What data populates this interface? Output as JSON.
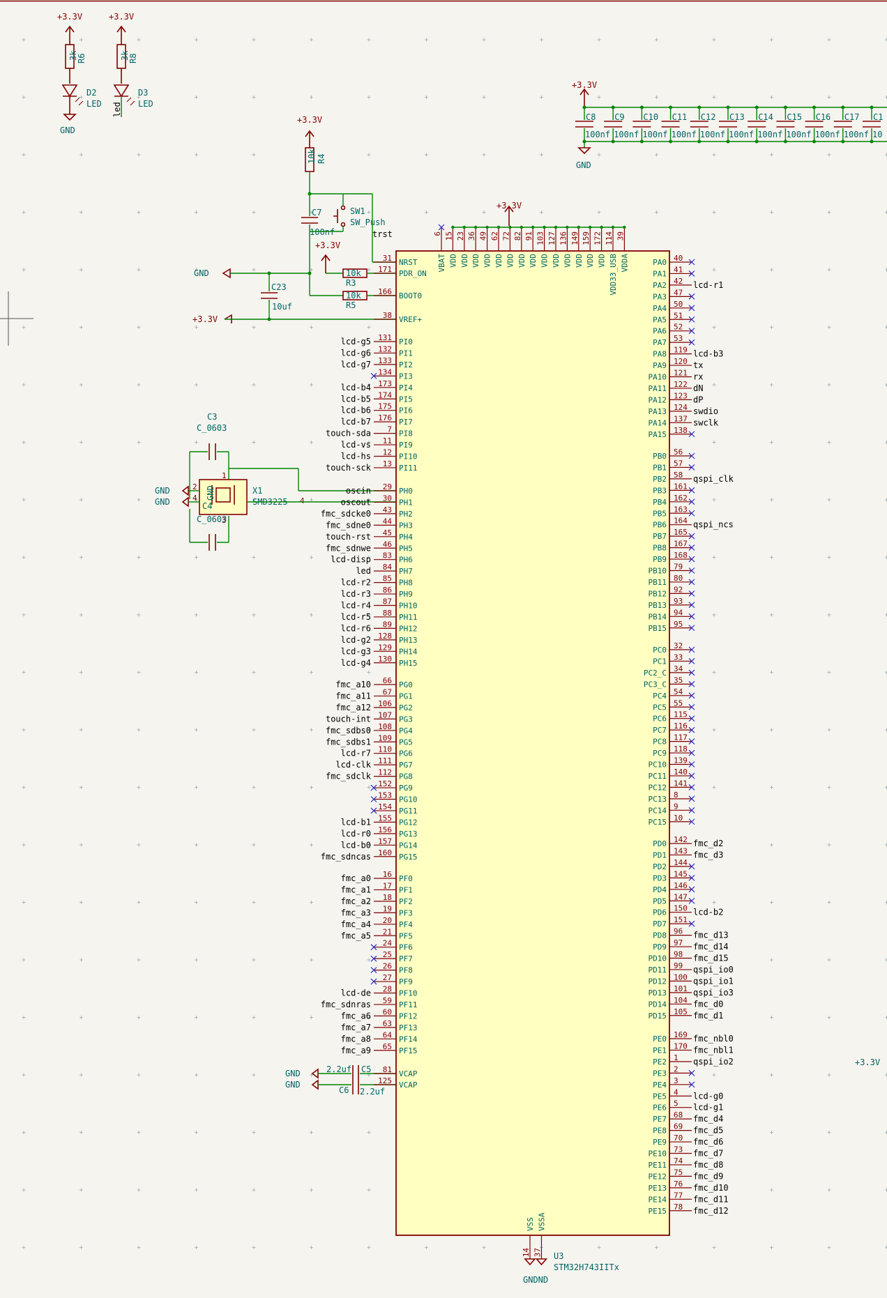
{
  "power": {
    "vcc": "+3.3V",
    "gnd": "GND",
    "gndgnd": "GNDND"
  },
  "leds": [
    {
      "r_ref": "R6",
      "r_val": "3k",
      "d_ref": "D2",
      "d_val": "LED",
      "net": ""
    },
    {
      "r_ref": "R8",
      "r_val": "3k",
      "d_ref": "D3",
      "d_val": "LED",
      "net": "led"
    }
  ],
  "reset": {
    "r4_ref": "R4",
    "r4_val": "10k",
    "c7_ref": "C7",
    "c7_val": "100nf",
    "sw_ref": "SW1",
    "sw_val": "SW_Push",
    "net": "trst",
    "r3_ref": "R3",
    "r3_val": "10k",
    "r5_ref": "R5",
    "r5_val": "10k",
    "c23_ref": "C23",
    "c23_val": "10uf"
  },
  "decoupling": [
    {
      "ref": "C8",
      "val": "100nf"
    },
    {
      "ref": "C9",
      "val": "100nf"
    },
    {
      "ref": "C10",
      "val": "100nf"
    },
    {
      "ref": "C11",
      "val": "100nf"
    },
    {
      "ref": "C12",
      "val": "100nf"
    },
    {
      "ref": "C13",
      "val": "100nf"
    },
    {
      "ref": "C14",
      "val": "100nf"
    },
    {
      "ref": "C15",
      "val": "100nf"
    },
    {
      "ref": "C16",
      "val": "100nf"
    },
    {
      "ref": "C17",
      "val": "100nf"
    },
    {
      "ref": "C1",
      "val": "10"
    }
  ],
  "crystal": {
    "c3_ref": "C3",
    "c3_val": "C_0603",
    "c4_ref": "C4",
    "c4_val": "C_0603",
    "x_ref": "X1",
    "x_val": "SMD3225",
    "gnd_label": "GND",
    "pin1": "1",
    "pin2": "2",
    "pin3": "3",
    "pin4": "4"
  },
  "vcap": {
    "c5_ref": "C5",
    "c5_val": "2.2uf",
    "c6_ref": "C6",
    "c6_val": "2.2uf"
  },
  "mcu": {
    "ref": "U3",
    "value": "STM32H743IITx",
    "top_pins": [
      {
        "name": "VBAT",
        "num": "6",
        "nc": true
      },
      {
        "name": "VDD",
        "num": "15"
      },
      {
        "name": "VDD",
        "num": "23"
      },
      {
        "name": "VDD",
        "num": "36"
      },
      {
        "name": "VDD",
        "num": "49"
      },
      {
        "name": "VDD",
        "num": "62"
      },
      {
        "name": "VDD",
        "num": "72"
      },
      {
        "name": "VDD",
        "num": "82"
      },
      {
        "name": "VDD",
        "num": "91"
      },
      {
        "name": "VDD",
        "num": "103"
      },
      {
        "name": "VDD",
        "num": "127"
      },
      {
        "name": "VDD",
        "num": "136"
      },
      {
        "name": "VDD",
        "num": "149"
      },
      {
        "name": "VDD",
        "num": "159"
      },
      {
        "name": "VDD",
        "num": "172"
      },
      {
        "name": "VDD33_USB",
        "num": "114"
      },
      {
        "name": "VDDA",
        "num": "39"
      }
    ],
    "bottom_pins": [
      {
        "name": "VSS",
        "num": "14"
      },
      {
        "name": "VSSA",
        "num": "37"
      }
    ],
    "left_pins": [
      [
        "NRST",
        "31",
        ""
      ],
      [
        "PDR_ON",
        "171",
        ""
      ],
      [
        "BOOT0",
        "166",
        ""
      ],
      [
        "VREF+",
        "38",
        ""
      ],
      [
        "PI0",
        "131",
        "lcd-g5"
      ],
      [
        "PI1",
        "132",
        "lcd-g6"
      ],
      [
        "PI2",
        "133",
        "lcd-g7"
      ],
      [
        "PI3",
        "134",
        "~nc"
      ],
      [
        "PI4",
        "173",
        "lcd-b4"
      ],
      [
        "PI5",
        "174",
        "lcd-b5"
      ],
      [
        "PI6",
        "175",
        "lcd-b6"
      ],
      [
        "PI7",
        "176",
        "lcd-b7"
      ],
      [
        "PI8",
        "7",
        "touch-sda"
      ],
      [
        "PI9",
        "11",
        "lcd-vs"
      ],
      [
        "PI10",
        "12",
        "lcd-hs"
      ],
      [
        "PI11",
        "13",
        "touch-sck"
      ],
      [
        "PH0",
        "29",
        "oscin"
      ],
      [
        "PH1",
        "30",
        "oscout"
      ],
      [
        "PH2",
        "43",
        "fmc_sdcke0"
      ],
      [
        "PH3",
        "44",
        "fmc_sdne0"
      ],
      [
        "PH4",
        "45",
        "touch-rst"
      ],
      [
        "PH5",
        "46",
        "fmc_sdnwe"
      ],
      [
        "PH6",
        "83",
        "lcd-disp"
      ],
      [
        "PH7",
        "84",
        "led"
      ],
      [
        "PH8",
        "85",
        "lcd-r2"
      ],
      [
        "PH9",
        "86",
        "lcd-r3"
      ],
      [
        "PH10",
        "87",
        "lcd-r4"
      ],
      [
        "PH11",
        "88",
        "lcd-r5"
      ],
      [
        "PH12",
        "89",
        "lcd-r6"
      ],
      [
        "PH13",
        "128",
        "lcd-g2"
      ],
      [
        "PH14",
        "129",
        "lcd-g3"
      ],
      [
        "PH15",
        "130",
        "lcd-g4"
      ],
      [
        "PG0",
        "66",
        "fmc_a10"
      ],
      [
        "PG1",
        "67",
        "fmc_a11"
      ],
      [
        "PG2",
        "106",
        "fmc_a12"
      ],
      [
        "PG3",
        "107",
        "touch-int"
      ],
      [
        "PG4",
        "108",
        "fmc_sdbs0"
      ],
      [
        "PG5",
        "109",
        "fmc_sdbs1"
      ],
      [
        "PG6",
        "110",
        "lcd-r7"
      ],
      [
        "PG7",
        "111",
        "lcd-clk"
      ],
      [
        "PG8",
        "112",
        "fmc_sdclk"
      ],
      [
        "PG9",
        "152",
        "~nc"
      ],
      [
        "PG10",
        "153",
        "~nc"
      ],
      [
        "PG11",
        "154",
        "~nc"
      ],
      [
        "PG12",
        "155",
        "lcd-b1"
      ],
      [
        "PG13",
        "156",
        "lcd-r0"
      ],
      [
        "PG14",
        "157",
        "lcd-b0"
      ],
      [
        "PG15",
        "160",
        "fmc_sdncas"
      ],
      [
        "PF0",
        "16",
        "fmc_a0"
      ],
      [
        "PF1",
        "17",
        "fmc_a1"
      ],
      [
        "PF2",
        "18",
        "fmc_a2"
      ],
      [
        "PF3",
        "19",
        "fmc_a3"
      ],
      [
        "PF4",
        "20",
        "fmc_a4"
      ],
      [
        "PF5",
        "21",
        "fmc_a5"
      ],
      [
        "PF6",
        "24",
        "~nc"
      ],
      [
        "PF7",
        "25",
        "~nc"
      ],
      [
        "PF8",
        "26",
        "~nc"
      ],
      [
        "PF9",
        "27",
        "~nc"
      ],
      [
        "PF10",
        "28",
        "lcd-de"
      ],
      [
        "PF11",
        "59",
        "fmc_sdnras"
      ],
      [
        "PF12",
        "60",
        "fmc_a6"
      ],
      [
        "PF13",
        "63",
        "fmc_a7"
      ],
      [
        "PF14",
        "64",
        "fmc_a8"
      ],
      [
        "PF15",
        "65",
        "fmc_a9"
      ],
      [
        "VCAP",
        "81",
        ""
      ],
      [
        "VCAP",
        "125",
        ""
      ]
    ],
    "right_pins": [
      [
        "PA0",
        "40",
        "~nc"
      ],
      [
        "PA1",
        "41",
        "~nc"
      ],
      [
        "PA2",
        "42",
        "lcd-r1"
      ],
      [
        "PA3",
        "47",
        "~nc"
      ],
      [
        "PA4",
        "50",
        "~nc"
      ],
      [
        "PA5",
        "51",
        "~nc"
      ],
      [
        "PA6",
        "52",
        "~nc"
      ],
      [
        "PA7",
        "53",
        "~nc"
      ],
      [
        "PA8",
        "119",
        "lcd-b3"
      ],
      [
        "PA9",
        "120",
        "tx"
      ],
      [
        "PA10",
        "121",
        "rx"
      ],
      [
        "PA11",
        "122",
        "dN"
      ],
      [
        "PA12",
        "123",
        "dP"
      ],
      [
        "PA13",
        "124",
        "swdio"
      ],
      [
        "PA14",
        "137",
        "swclk"
      ],
      [
        "PA15",
        "138",
        "~nc"
      ],
      [
        "PB0",
        "56",
        "~nc"
      ],
      [
        "PB1",
        "57",
        "~nc"
      ],
      [
        "PB2",
        "58",
        "qspi_clk"
      ],
      [
        "PB3",
        "161",
        "~nc"
      ],
      [
        "PB4",
        "162",
        "~nc"
      ],
      [
        "PB5",
        "163",
        "~nc"
      ],
      [
        "PB6",
        "164",
        "qspi_ncs"
      ],
      [
        "PB7",
        "165",
        "~nc"
      ],
      [
        "PB8",
        "167",
        "~nc"
      ],
      [
        "PB9",
        "168",
        "~nc"
      ],
      [
        "PB10",
        "79",
        "~nc"
      ],
      [
        "PB11",
        "80",
        "~nc"
      ],
      [
        "PB12",
        "92",
        "~nc"
      ],
      [
        "PB13",
        "93",
        "~nc"
      ],
      [
        "PB14",
        "94",
        "~nc"
      ],
      [
        "PB15",
        "95",
        "~nc"
      ],
      [
        "PC0",
        "32",
        "~nc"
      ],
      [
        "PC1",
        "33",
        "~nc"
      ],
      [
        "PC2_C",
        "34",
        "~nc"
      ],
      [
        "PC3_C",
        "35",
        "~nc"
      ],
      [
        "PC4",
        "54",
        "~nc"
      ],
      [
        "PC5",
        "55",
        "~nc"
      ],
      [
        "PC6",
        "115",
        "~nc"
      ],
      [
        "PC7",
        "116",
        "~nc"
      ],
      [
        "PC8",
        "117",
        "~nc"
      ],
      [
        "PC9",
        "118",
        "~nc"
      ],
      [
        "PC10",
        "139",
        "~nc"
      ],
      [
        "PC11",
        "140",
        "~nc"
      ],
      [
        "PC12",
        "141",
        "~nc"
      ],
      [
        "PC13",
        "8",
        "~nc"
      ],
      [
        "PC14",
        "9",
        "~nc"
      ],
      [
        "PC15",
        "10",
        "~nc"
      ],
      [
        "PD0",
        "142",
        "fmc_d2"
      ],
      [
        "PD1",
        "143",
        "fmc_d3"
      ],
      [
        "PD2",
        "144",
        "~nc"
      ],
      [
        "PD3",
        "145",
        "~nc"
      ],
      [
        "PD4",
        "146",
        "~nc"
      ],
      [
        "PD5",
        "147",
        "~nc"
      ],
      [
        "PD6",
        "150",
        "lcd-b2"
      ],
      [
        "PD7",
        "151",
        "~nc"
      ],
      [
        "PD8",
        "96",
        "fmc_d13"
      ],
      [
        "PD9",
        "97",
        "fmc_d14"
      ],
      [
        "PD10",
        "98",
        "fmc_d15"
      ],
      [
        "PD11",
        "99",
        "qspi_io0"
      ],
      [
        "PD12",
        "100",
        "qspi_io1"
      ],
      [
        "PD13",
        "101",
        "qspi_io3"
      ],
      [
        "PD14",
        "104",
        "fmc_d0"
      ],
      [
        "PD15",
        "105",
        "fmc_d1"
      ],
      [
        "PE0",
        "169",
        "fmc_nbl0"
      ],
      [
        "PE1",
        "170",
        "fmc_nbl1"
      ],
      [
        "PE2",
        "1",
        "qspi_io2"
      ],
      [
        "PE3",
        "2",
        "~nc"
      ],
      [
        "PE4",
        "3",
        "~nc"
      ],
      [
        "PE5",
        "4",
        "lcd-g0"
      ],
      [
        "PE6",
        "5",
        "lcd-g1"
      ],
      [
        "PE7",
        "68",
        "fmc_d4"
      ],
      [
        "PE8",
        "69",
        "fmc_d5"
      ],
      [
        "PE9",
        "70",
        "fmc_d6"
      ],
      [
        "PE10",
        "73",
        "fmc_d7"
      ],
      [
        "PE11",
        "74",
        "fmc_d8"
      ],
      [
        "PE12",
        "75",
        "fmc_d9"
      ],
      [
        "PE13",
        "76",
        "fmc_d10"
      ],
      [
        "PE14",
        "77",
        "fmc_d11"
      ],
      [
        "PE15",
        "78",
        "fmc_d12"
      ]
    ]
  }
}
